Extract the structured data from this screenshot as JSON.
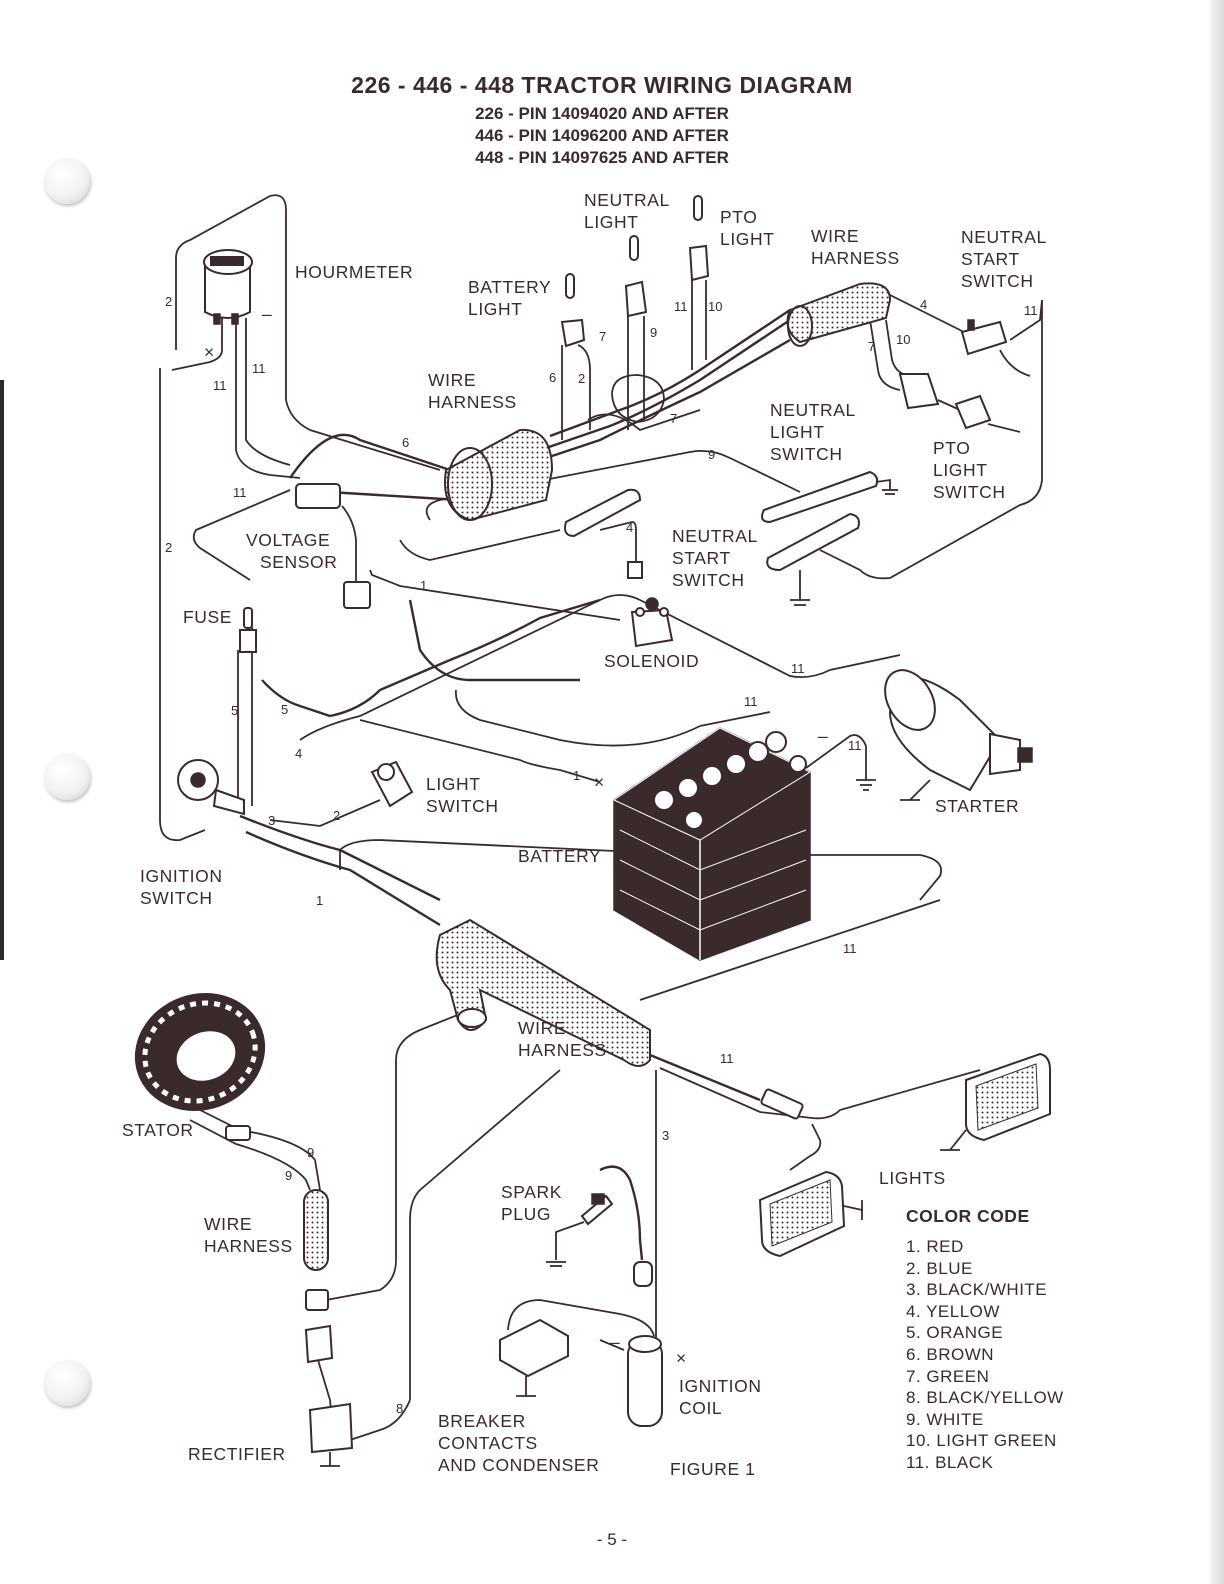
{
  "title": "226 - 446 - 448 TRACTOR WIRING DIAGRAM",
  "subtitles": [
    "226 - PIN 14094020 AND AFTER",
    "446 - PIN 14096200 AND AFTER",
    "448 - PIN 14097625 AND AFTER"
  ],
  "labels": {
    "hourmeter": "HOURMETER",
    "battery_light": [
      "BATTERY",
      "LIGHT"
    ],
    "neutral_light": [
      "NEUTRAL",
      "LIGHT"
    ],
    "pto_light": [
      "PTO",
      "LIGHT"
    ],
    "wire_harness_top": [
      "WIRE",
      "HARNESS"
    ],
    "neutral_start_switch_top": [
      "NEUTRAL",
      "START",
      "SWITCH"
    ],
    "wire_harness_mid": [
      "WIRE",
      "HARNESS"
    ],
    "neutral_light_switch": [
      "NEUTRAL",
      "LIGHT",
      "SWITCH"
    ],
    "pto_light_switch": [
      "PTO",
      "LIGHT",
      "SWITCH"
    ],
    "voltage_sensor": [
      "VOLTAGE",
      "SENSOR"
    ],
    "neutral_start_switch_mid": [
      "NEUTRAL",
      "START",
      "SWITCH"
    ],
    "fuse": "FUSE",
    "solenoid": "SOLENOID",
    "starter": "STARTER",
    "light_switch": [
      "LIGHT",
      "SWITCH"
    ],
    "battery": "BATTERY",
    "ignition_switch": [
      "IGNITION",
      "SWITCH"
    ],
    "wire_harness_bottom": [
      "WIRE",
      "HARNESS"
    ],
    "stator": "STATOR",
    "wire_harness_left": [
      "WIRE",
      "HARNESS"
    ],
    "lights": "LIGHTS",
    "spark_plug": [
      "SPARK",
      "PLUG"
    ],
    "ignition_coil": [
      "IGNITION",
      "COIL"
    ],
    "breaker": [
      "BREAKER",
      "CONTACTS",
      "AND CONDENSER"
    ],
    "rectifier": "RECTIFIER",
    "figure": "FIGURE 1"
  },
  "wire_numbers": [
    "2",
    "11",
    "11",
    "11",
    "2",
    "6",
    "6",
    "2",
    "7",
    "9",
    "11",
    "10",
    "4",
    "11",
    "7",
    "10",
    "7",
    "9",
    "4",
    "1",
    "11",
    "11",
    "11",
    "5",
    "5",
    "4",
    "3",
    "2",
    "1",
    "1",
    "11",
    "11",
    "3",
    "9",
    "9",
    "8"
  ],
  "color_code": {
    "title": "COLOR CODE",
    "items": [
      "1.  RED",
      "2.  BLUE",
      "3.  BLACK/WHITE",
      "4.  YELLOW",
      "5.  ORANGE",
      "6.  BROWN",
      "7.  GREEN",
      "8.  BLACK/YELLOW",
      "9.  WHITE",
      "10.  LIGHT GREEN",
      "11.  BLACK"
    ]
  },
  "page_number": "- 5 -"
}
